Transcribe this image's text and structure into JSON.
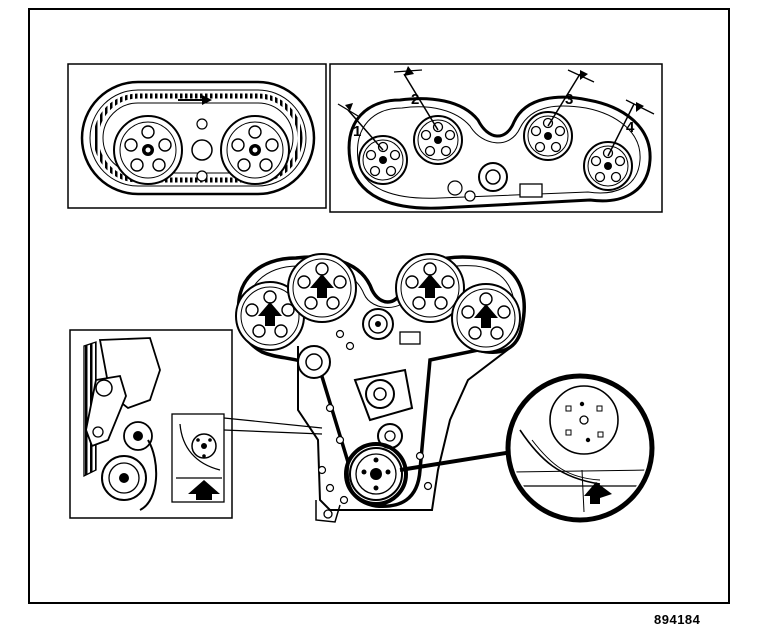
{
  "figure_number": "894184",
  "callouts": {
    "cam_1": "1",
    "cam_2": "2",
    "cam_3": "3",
    "cam_4": "4"
  },
  "colors": {
    "ink": "#000000",
    "paper": "#ffffff"
  }
}
